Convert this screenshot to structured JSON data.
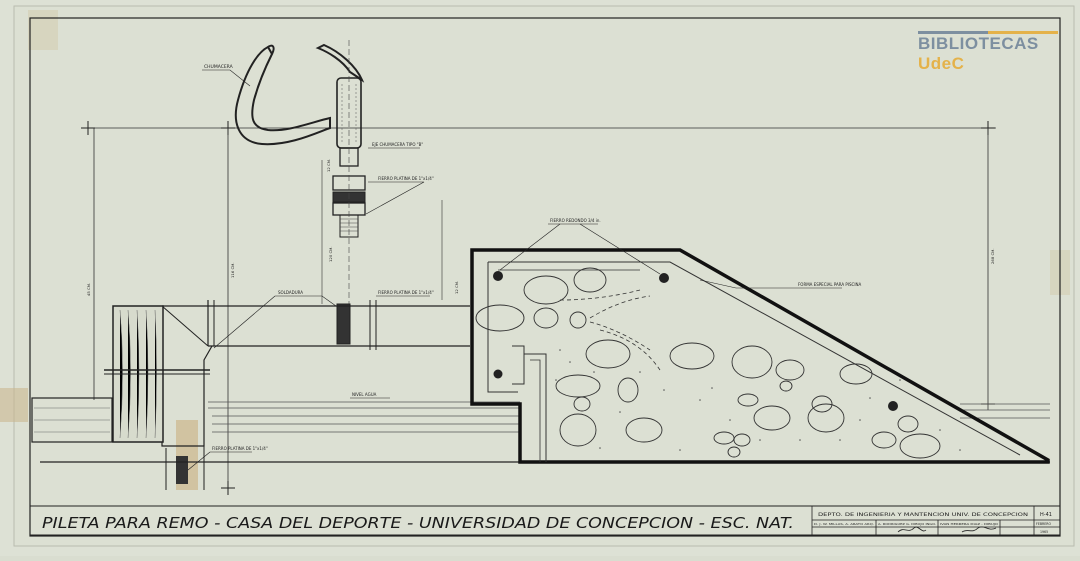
{
  "watermark": {
    "main": "BIBLIOTECAS",
    "accent": "UdeC"
  },
  "drawing": {
    "title": "PILETA PARA REMO - CASA DEL DEPORTE - UNIVERSIDAD DE CONCEPCION - ESC. NAT.",
    "labels": {
      "chumacera": "CHUMACERA",
      "eje_chumacera": "EJE CHUMACERA TIPO \"B\"",
      "fierro_platina_top": "FIERRO PLATINA DE 1\"x1/4\"",
      "fierro_redondo": "FIERRO REDONDO 3/4 in.",
      "fierro_platina_mid": "FIERRO PLATINA DE 1\"x1/4\"",
      "soldadura": "SOLDADURA",
      "forma_especial": "FORMA ESPECIAL PARA PISCINA",
      "nivel_agua": "NIVEL AGUA",
      "fierro_platina_bottom": "FIERRO PLATINA DE 1\"x1/4\""
    },
    "dimensions": {
      "d1": "12 CM.",
      "d2": "120 CM.",
      "d3": "12 CM.",
      "d4": "116 CM.",
      "d5": "45 CM.",
      "d6": "268 CM."
    },
    "title_block": {
      "dept": "DEPTO. DE INGENIERIA Y MANTENCION UNIV. DE CONCEPCION",
      "sheet": "H-41",
      "row1": "D. J. W. MILLAS, A. ARATO ARQ.",
      "row2": "A. RODRIGUEZ G. DIBUJO INGO.",
      "row3": "IVAN HERRERA DIAZ - DIBUJO",
      "row4": "FEBRERO",
      "row5": "1965"
    }
  }
}
